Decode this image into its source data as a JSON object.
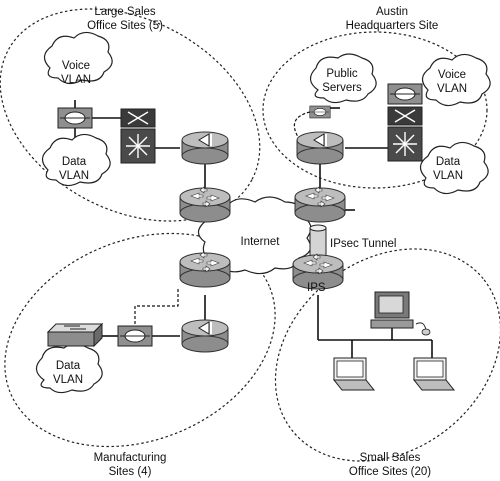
{
  "sites": {
    "large_sales": {
      "line1": "Large Sales",
      "line2": "Office Sites (5)"
    },
    "hq": {
      "line1": "Austin",
      "line2": "Headquarters Site"
    },
    "manufacturing": {
      "line1": "Manufacturing",
      "line2": "Sites (4)"
    },
    "small_sales": {
      "line1": "Small Sales",
      "line2": "Office Sites (20)"
    }
  },
  "clouds": {
    "large_voice": {
      "line1": "Voice",
      "line2": "VLAN"
    },
    "large_data": {
      "line1": "Data",
      "line2": "VLAN"
    },
    "hq_public": {
      "line1": "Public",
      "line2": "Servers"
    },
    "hq_voice": {
      "line1": "Voice",
      "line2": "VLAN"
    },
    "hq_data": {
      "line1": "Data",
      "line2": "VLAN"
    },
    "internet": {
      "label": "Internet"
    },
    "mfg_data": {
      "line1": "Data",
      "line2": "VLAN"
    }
  },
  "labels": {
    "ipsec": "IPsec Tunnel",
    "ips": "IPS"
  },
  "icons": [
    "router-icon",
    "firewall-icon",
    "multilayer-switch-icon",
    "switch-icon",
    "workstation-icon",
    "laptop-icon"
  ]
}
